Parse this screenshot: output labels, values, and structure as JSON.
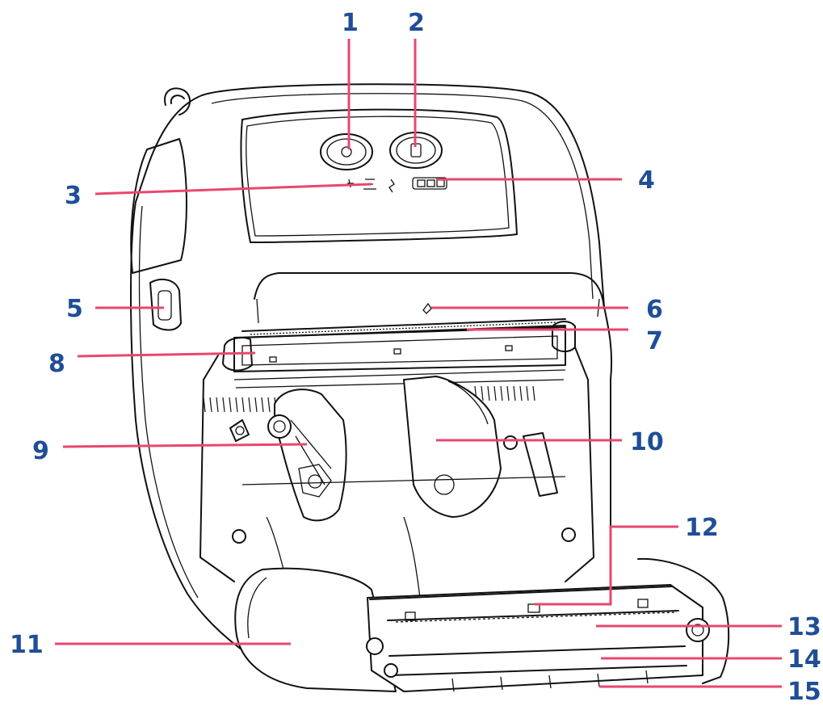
{
  "diagram": {
    "colors": {
      "callout_number": "#1f4e96",
      "leader_line": "#e8476e",
      "outline": "#111111"
    },
    "callouts": [
      {
        "id": "c1",
        "label": "1"
      },
      {
        "id": "c2",
        "label": "2"
      },
      {
        "id": "c3",
        "label": "3"
      },
      {
        "id": "c4",
        "label": "4"
      },
      {
        "id": "c5",
        "label": "5"
      },
      {
        "id": "c6",
        "label": "6"
      },
      {
        "id": "c7",
        "label": "7"
      },
      {
        "id": "c8",
        "label": "8"
      },
      {
        "id": "c9",
        "label": "9"
      },
      {
        "id": "c10",
        "label": "10"
      },
      {
        "id": "c11",
        "label": "11"
      },
      {
        "id": "c12",
        "label": "12"
      },
      {
        "id": "c13",
        "label": "13"
      },
      {
        "id": "c14",
        "label": "14"
      },
      {
        "id": "c15",
        "label": "15"
      }
    ]
  }
}
